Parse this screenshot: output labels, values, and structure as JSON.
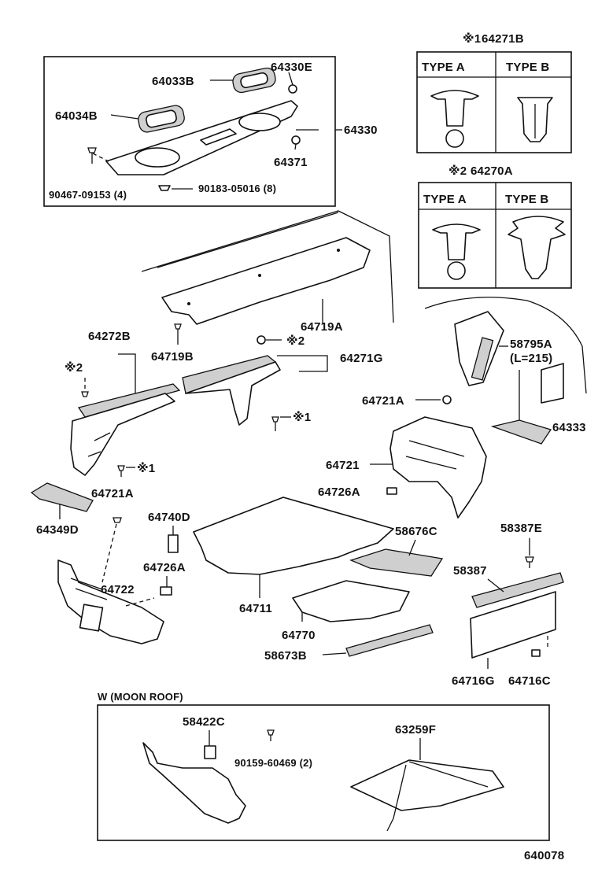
{
  "diagram": {
    "box_top_left": {
      "labels": {
        "p64330E": "64330E",
        "p64033B": "64033B",
        "p64034B": "64034B",
        "p64330": "64330",
        "p64371": "64371",
        "p90467": "90467-09153 (4)",
        "p90183": "90183-05016 (8)"
      }
    },
    "clip_box_1": {
      "header_mark": "※1",
      "header_part": "64271B",
      "type_a": "TYPE  A",
      "type_b": "TYPE  B"
    },
    "clip_box_2": {
      "header_mark": "※2",
      "header_part": "64270A",
      "type_a": "TYPE  A",
      "type_b": "TYPE  B"
    },
    "labels": {
      "p64719A": "64719A",
      "p64719B": "64719B",
      "p64272B": "64272B",
      "mark2_left": "※2",
      "mark2_center": "※2",
      "p64271G": "64271G",
      "mark1_center": "※1",
      "mark1_left": "※1",
      "p58795A": "58795A",
      "p58795A_len": "(L=215)",
      "p64721A_right": "64721A",
      "p64333": "64333",
      "p64721": "64721",
      "p64726A_right": "64726A",
      "p64721A_left": "64721A",
      "p64349D": "64349D",
      "p64740D": "64740D",
      "p58676C": "58676C",
      "p58387E": "58387E",
      "p64726A_left": "64726A",
      "p64722": "64722",
      "p58387": "58387",
      "p64711": "64711",
      "p64770": "64770",
      "p58673B": "58673B",
      "p64716G": "64716G",
      "p64716C": "64716C"
    },
    "moon_roof": {
      "title": "W (MOON ROOF)",
      "p58422C": "58422C",
      "p90159": "90159-60469 (2)",
      "p63259F": "63259F"
    },
    "figure_number": "640078"
  }
}
